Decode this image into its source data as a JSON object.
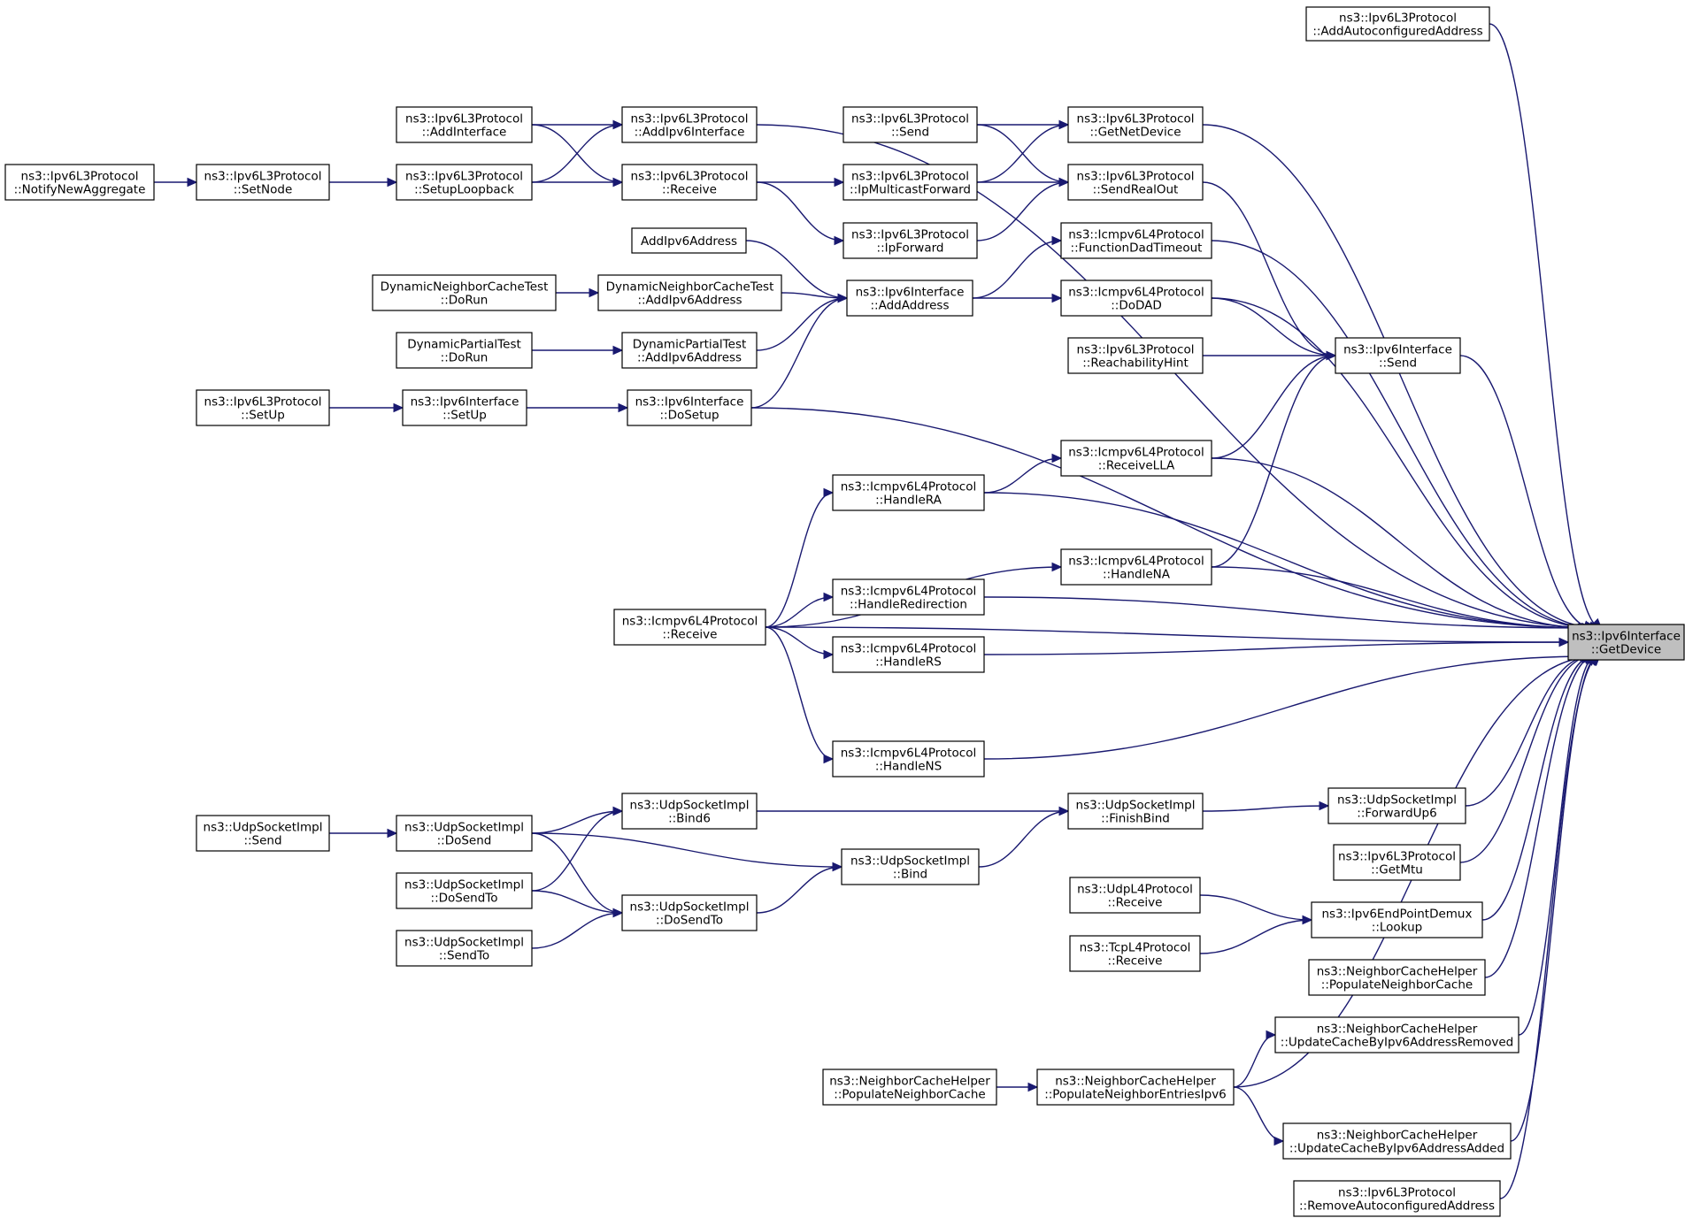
{
  "graph": {
    "nodes": [
      {
        "id": "n0",
        "lines": [
          "ns3::Ipv6Interface",
          "::GetDevice"
        ],
        "focus": true
      },
      {
        "id": "n1",
        "lines": [
          "ns3::Ipv6L3Protocol",
          "::AddAutoconfiguredAddress"
        ]
      },
      {
        "id": "n2",
        "lines": [
          "ns3::Ipv6L3Protocol",
          "::AddIpv6Interface"
        ]
      },
      {
        "id": "n3",
        "lines": [
          "ns3::Ipv6L3Protocol",
          "::AddInterface"
        ]
      },
      {
        "id": "n4",
        "lines": [
          "ns3::Ipv6L3Protocol",
          "::SetupLoopback"
        ]
      },
      {
        "id": "n5",
        "lines": [
          "ns3::Ipv6L3Protocol",
          "::SetNode"
        ]
      },
      {
        "id": "n6",
        "lines": [
          "ns3::Ipv6L3Protocol",
          "::NotifyNewAggregate"
        ]
      },
      {
        "id": "n7",
        "lines": [
          "ns3::Ipv6L3Protocol",
          "::Receive"
        ]
      },
      {
        "id": "n8",
        "lines": [
          "ns3::Ipv6L3Protocol",
          "::Send"
        ]
      },
      {
        "id": "n9",
        "lines": [
          "ns3::Ipv6L3Protocol",
          "::GetNetDevice"
        ]
      },
      {
        "id": "n10",
        "lines": [
          "ns3::Ipv6L3Protocol",
          "::IpMulticastForward"
        ]
      },
      {
        "id": "n11",
        "lines": [
          "ns3::Ipv6L3Protocol",
          "::SendRealOut"
        ]
      },
      {
        "id": "n12",
        "lines": [
          "ns3::Ipv6L3Protocol",
          "::IpForward"
        ]
      },
      {
        "id": "n13",
        "lines": [
          "AddIpv6Address"
        ]
      },
      {
        "id": "n14",
        "lines": [
          "ns3::Icmpv6L4Protocol",
          "::FunctionDadTimeout"
        ]
      },
      {
        "id": "n15",
        "lines": [
          "DynamicNeighborCacheTest",
          "::DoRun"
        ]
      },
      {
        "id": "n16",
        "lines": [
          "DynamicNeighborCacheTest",
          "::AddIpv6Address"
        ]
      },
      {
        "id": "n17",
        "lines": [
          "ns3::Ipv6Interface",
          "::AddAddress"
        ]
      },
      {
        "id": "n18",
        "lines": [
          "ns3::Icmpv6L4Protocol",
          "::DoDAD"
        ]
      },
      {
        "id": "n19",
        "lines": [
          "DynamicPartialTest",
          "::DoRun"
        ]
      },
      {
        "id": "n20",
        "lines": [
          "DynamicPartialTest",
          "::AddIpv6Address"
        ]
      },
      {
        "id": "n21",
        "lines": [
          "ns3::Ipv6L3Protocol",
          "::ReachabilityHint"
        ]
      },
      {
        "id": "n22",
        "lines": [
          "ns3::Ipv6Interface",
          "::Send"
        ]
      },
      {
        "id": "n23",
        "lines": [
          "ns3::Ipv6L3Protocol",
          "::SetUp"
        ]
      },
      {
        "id": "n24",
        "lines": [
          "ns3::Ipv6Interface",
          "::SetUp"
        ]
      },
      {
        "id": "n25",
        "lines": [
          "ns3::Ipv6Interface",
          "::DoSetup"
        ]
      },
      {
        "id": "n26",
        "lines": [
          "ns3::Icmpv6L4Protocol",
          "::ReceiveLLA"
        ]
      },
      {
        "id": "n27",
        "lines": [
          "ns3::Icmpv6L4Protocol",
          "::HandleRA"
        ]
      },
      {
        "id": "n28",
        "lines": [
          "ns3::Icmpv6L4Protocol",
          "::HandleNA"
        ]
      },
      {
        "id": "n29",
        "lines": [
          "ns3::Icmpv6L4Protocol",
          "::HandleRedirection"
        ]
      },
      {
        "id": "n30",
        "lines": [
          "ns3::Icmpv6L4Protocol",
          "::Receive"
        ]
      },
      {
        "id": "n31",
        "lines": [
          "ns3::Icmpv6L4Protocol",
          "::HandleRS"
        ]
      },
      {
        "id": "n32",
        "lines": [
          "ns3::Icmpv6L4Protocol",
          "::HandleNS"
        ]
      },
      {
        "id": "n33",
        "lines": [
          "ns3::UdpSocketImpl",
          "::Bind6"
        ]
      },
      {
        "id": "n34",
        "lines": [
          "ns3::UdpSocketImpl",
          "::FinishBind"
        ]
      },
      {
        "id": "n35",
        "lines": [
          "ns3::UdpSocketImpl",
          "::ForwardUp6"
        ]
      },
      {
        "id": "n36",
        "lines": [
          "ns3::UdpSocketImpl",
          "::Send"
        ]
      },
      {
        "id": "n37",
        "lines": [
          "ns3::UdpSocketImpl",
          "::DoSend"
        ]
      },
      {
        "id": "n38",
        "lines": [
          "ns3::UdpSocketImpl",
          "::Bind"
        ]
      },
      {
        "id": "n39",
        "lines": [
          "ns3::UdpSocketImpl",
          "::DoSendTo"
        ]
      },
      {
        "id": "n40",
        "lines": [
          "ns3::UdpSocketImpl",
          "::DoSendTo"
        ]
      },
      {
        "id": "n41",
        "lines": [
          "ns3::Ipv6L3Protocol",
          "::GetMtu"
        ]
      },
      {
        "id": "n42",
        "lines": [
          "ns3::UdpL4Protocol",
          "::Receive"
        ]
      },
      {
        "id": "n43",
        "lines": [
          "ns3::Ipv6EndPointDemux",
          "::Lookup"
        ]
      },
      {
        "id": "n44",
        "lines": [
          "ns3::UdpSocketImpl",
          "::SendTo"
        ]
      },
      {
        "id": "n45",
        "lines": [
          "ns3::TcpL4Protocol",
          "::Receive"
        ]
      },
      {
        "id": "n46",
        "lines": [
          "ns3::NeighborCacheHelper",
          "::PopulateNeighborCache"
        ]
      },
      {
        "id": "n47",
        "lines": [
          "ns3::NeighborCacheHelper",
          "::UpdateCacheByIpv6AddressRemoved"
        ]
      },
      {
        "id": "n48",
        "lines": [
          "ns3::NeighborCacheHelper",
          "::PopulateNeighborCache"
        ]
      },
      {
        "id": "n49",
        "lines": [
          "ns3::NeighborCacheHelper",
          "::PopulateNeighborEntriesIpv6"
        ]
      },
      {
        "id": "n50",
        "lines": [
          "ns3::NeighborCacheHelper",
          "::UpdateCacheByIpv6AddressAdded"
        ]
      },
      {
        "id": "n51",
        "lines": [
          "ns3::Ipv6L3Protocol",
          "::RemoveAutoconfiguredAddress"
        ]
      }
    ],
    "edges": [
      [
        "n1",
        "n0"
      ],
      [
        "n2",
        "n0"
      ],
      [
        "n3",
        "n2"
      ],
      [
        "n4",
        "n2"
      ],
      [
        "n5",
        "n4"
      ],
      [
        "n6",
        "n5"
      ],
      [
        "n3",
        "n7"
      ],
      [
        "n4",
        "n7"
      ],
      [
        "n7",
        "n10"
      ],
      [
        "n7",
        "n12"
      ],
      [
        "n8",
        "n9"
      ],
      [
        "n10",
        "n9"
      ],
      [
        "n9",
        "n0"
      ],
      [
        "n8",
        "n11"
      ],
      [
        "n10",
        "n11"
      ],
      [
        "n12",
        "n11"
      ],
      [
        "n11",
        "n22"
      ],
      [
        "n14",
        "n0"
      ],
      [
        "n17",
        "n14"
      ],
      [
        "n13",
        "n17"
      ],
      [
        "n16",
        "n17"
      ],
      [
        "n20",
        "n17"
      ],
      [
        "n25",
        "n17"
      ],
      [
        "n15",
        "n16"
      ],
      [
        "n19",
        "n20"
      ],
      [
        "n17",
        "n18"
      ],
      [
        "n18",
        "n0"
      ],
      [
        "n18",
        "n22"
      ],
      [
        "n21",
        "n22"
      ],
      [
        "n22",
        "n0"
      ],
      [
        "n26",
        "n22"
      ],
      [
        "n28",
        "n22"
      ],
      [
        "n23",
        "n24"
      ],
      [
        "n24",
        "n25"
      ],
      [
        "n25",
        "n0"
      ],
      [
        "n27",
        "n26"
      ],
      [
        "n26",
        "n0"
      ],
      [
        "n27",
        "n0"
      ],
      [
        "n30",
        "n27"
      ],
      [
        "n30",
        "n28"
      ],
      [
        "n28",
        "n0"
      ],
      [
        "n30",
        "n29"
      ],
      [
        "n29",
        "n0"
      ],
      [
        "n30",
        "n31"
      ],
      [
        "n31",
        "n0"
      ],
      [
        "n30",
        "n0"
      ],
      [
        "n30",
        "n32"
      ],
      [
        "n32",
        "n0"
      ],
      [
        "n36",
        "n37"
      ],
      [
        "n37",
        "n33"
      ],
      [
        "n39",
        "n33"
      ],
      [
        "n33",
        "n34"
      ],
      [
        "n37",
        "n38"
      ],
      [
        "n38",
        "n34"
      ],
      [
        "n34",
        "n35"
      ],
      [
        "n35",
        "n0"
      ],
      [
        "n37",
        "n40"
      ],
      [
        "n39",
        "n40"
      ],
      [
        "n44",
        "n40"
      ],
      [
        "n40",
        "n38"
      ],
      [
        "n41",
        "n0"
      ],
      [
        "n42",
        "n43"
      ],
      [
        "n45",
        "n43"
      ],
      [
        "n43",
        "n0"
      ],
      [
        "n46",
        "n0"
      ],
      [
        "n49",
        "n47"
      ],
      [
        "n47",
        "n0"
      ],
      [
        "n48",
        "n49"
      ],
      [
        "n49",
        "n0"
      ],
      [
        "n49",
        "n50"
      ],
      [
        "n50",
        "n0"
      ],
      [
        "n51",
        "n0"
      ]
    ]
  }
}
